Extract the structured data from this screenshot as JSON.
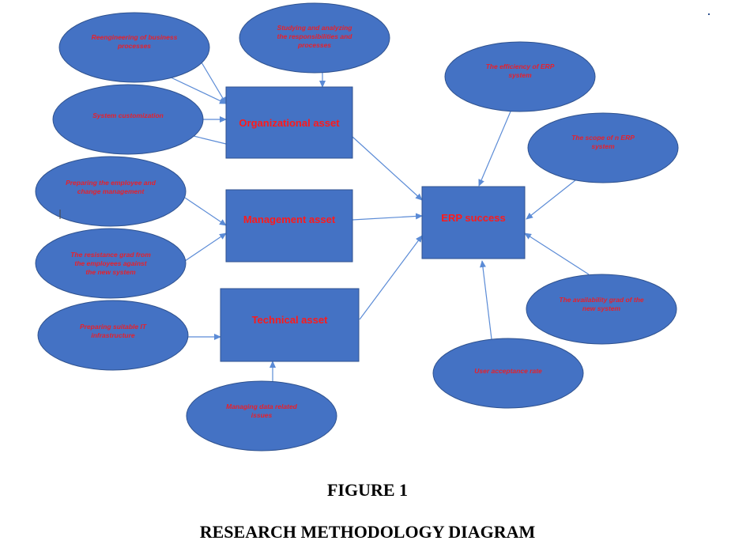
{
  "diagram": {
    "colors": {
      "fill": "#4472c4",
      "stroke": "#2f528f",
      "label_red": "#ff1a1a",
      "arrow": "#5b8bd6"
    },
    "boxes": {
      "organizational": "Organizational asset",
      "management": "Management asset",
      "technical": "Technical asset",
      "erp_success": "ERP success"
    },
    "factors": {
      "reengineering": "Reengineering of business processes",
      "studying": "Studying and analyzing the responsibilities and processes",
      "customization": "System customization",
      "preparing_employee": "Preparing the employee and change management",
      "resistance": "The resistance grad from the employees against the new system",
      "it_infrastructure": "Preparing suitable IT infrastructure",
      "data_issues": "Managing data related issues",
      "efficiency": "The efficiency of ERP system",
      "scope": "The scope of n ERP system",
      "availability": "The availability grad of the new system",
      "user_acceptance": "User acceptance rate"
    }
  },
  "caption": {
    "figure": "FIGURE 1",
    "title": "RESEARCH METHODOLOGY DIAGRAM"
  }
}
